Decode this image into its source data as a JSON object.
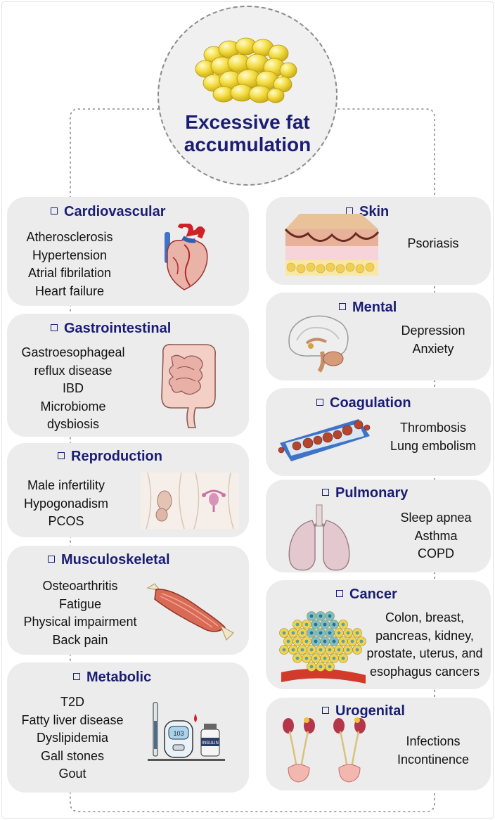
{
  "title": "Excessive fat accumulation",
  "colors": {
    "heading": "#1a1d73",
    "card": "#ececec",
    "fat": "#f3dc3a",
    "dash": "#8a8a8a"
  },
  "left": [
    {
      "heading": "Cardiovascular",
      "icon": "heart-icon",
      "items": [
        "Atherosclerosis",
        "Hypertension",
        "Atrial fibrilation",
        "Heart failure"
      ]
    },
    {
      "heading": "Gastrointestinal",
      "icon": "intestine-icon",
      "items": [
        "Gastroesophageal",
        "reflux disease",
        "IBD",
        "Microbiome",
        "dysbiosis"
      ]
    },
    {
      "heading": "Reproduction",
      "icon": "reproductive-organs-icon",
      "items": [
        "Male infertility",
        "Hypogonadism",
        "PCOS"
      ]
    },
    {
      "heading": "Musculoskeletal",
      "icon": "muscle-icon",
      "items": [
        "Osteoarthritis",
        "Fatigue",
        "Physical impairment",
        "Back pain"
      ]
    },
    {
      "heading": "Metabolic",
      "icon": "glucose-meter-icon",
      "items": [
        "T2D",
        "Fatty liver disease",
        "Dyslipidemia",
        "Gall stones",
        "Gout"
      ],
      "meter_reading": "103",
      "vial_label": "INSULIN"
    }
  ],
  "right": [
    {
      "heading": "Skin",
      "icon": "skin-layers-icon",
      "items": [
        "Psoriasis"
      ]
    },
    {
      "heading": "Mental",
      "icon": "brain-icon",
      "items": [
        "Depression",
        "Anxiety"
      ]
    },
    {
      "heading": "Coagulation",
      "icon": "blood-clot-icon",
      "items": [
        "Thrombosis",
        "Lung embolism"
      ]
    },
    {
      "heading": "Pulmonary",
      "icon": "lungs-icon",
      "items": [
        "Sleep apnea",
        "Asthma",
        "COPD"
      ]
    },
    {
      "heading": "Cancer",
      "icon": "tumor-cells-icon",
      "items": [
        "Colon, breast,",
        "pancreas, kidney,",
        "prostate, uterus, and",
        "esophagus cancers"
      ]
    },
    {
      "heading": "Urogenital",
      "icon": "kidney-bladder-icon",
      "items": [
        "Infections",
        "Incontinence"
      ]
    }
  ]
}
